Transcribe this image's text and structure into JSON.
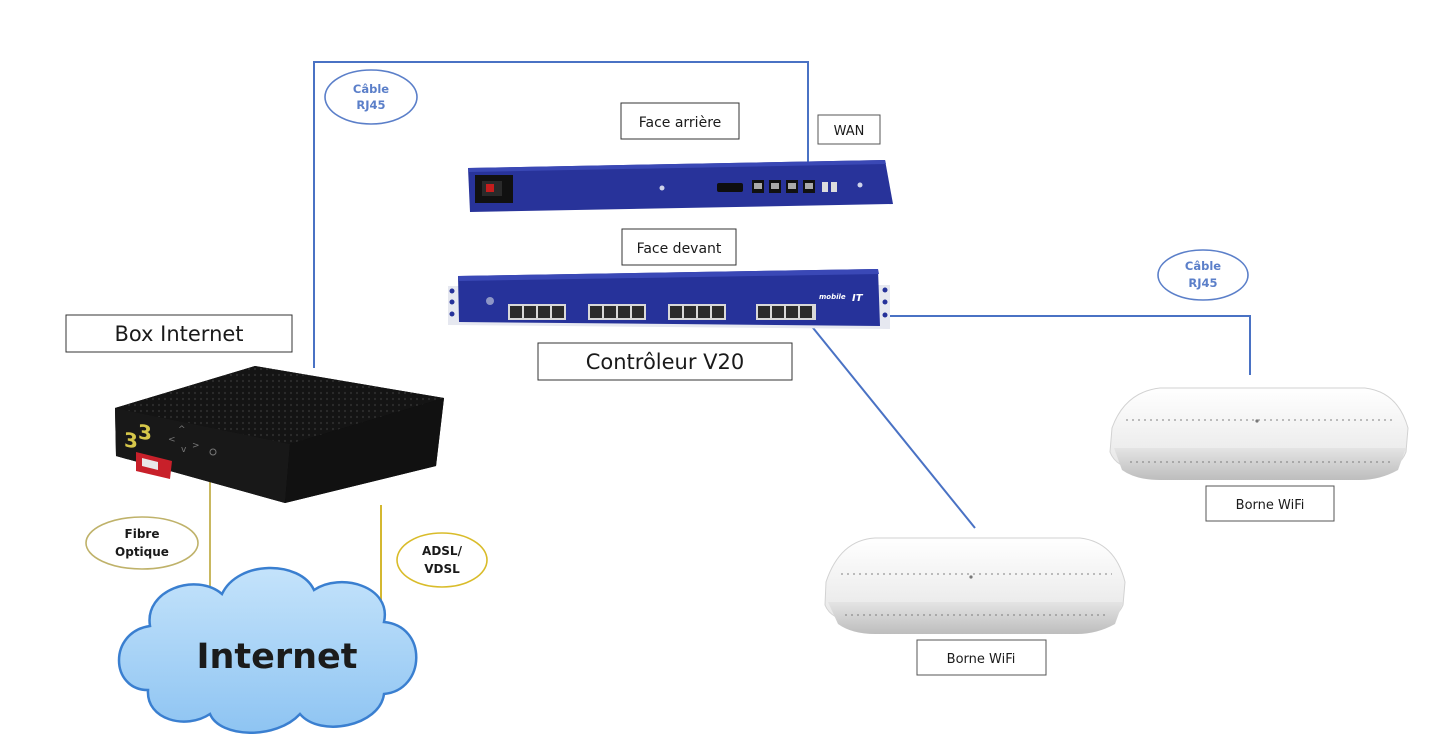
{
  "diagram": {
    "labels": {
      "box_internet": "Box Internet",
      "controller": "Contrôleur V20",
      "rear_face": "Face arrière",
      "front_face": "Face devant",
      "wan": "WAN",
      "access_point_1": "Borne WiFi",
      "access_point_2": "Borne WiFi",
      "cloud": "Internet"
    },
    "callouts": {
      "rj45_top": [
        "Câble",
        "RJ45"
      ],
      "rj45_right": [
        "Câble",
        "RJ45"
      ],
      "fibre": [
        "Fibre",
        "Optique"
      ],
      "adsl": [
        "ADSL/",
        "VDSL"
      ]
    },
    "device_marks": {
      "front_brand": "mobile",
      "front_brand_suffix": "IT"
    },
    "colors": {
      "rj45_line": "#4a72c4",
      "fibre_line": "#c9b860",
      "adsl_line": "#d4b830",
      "controller_body": "#24329a",
      "cloud_fill": "#a9d4f7",
      "cloud_stroke": "#3a7fd0",
      "box_body": "#151515",
      "ap_body": "#f1f1f1"
    }
  }
}
